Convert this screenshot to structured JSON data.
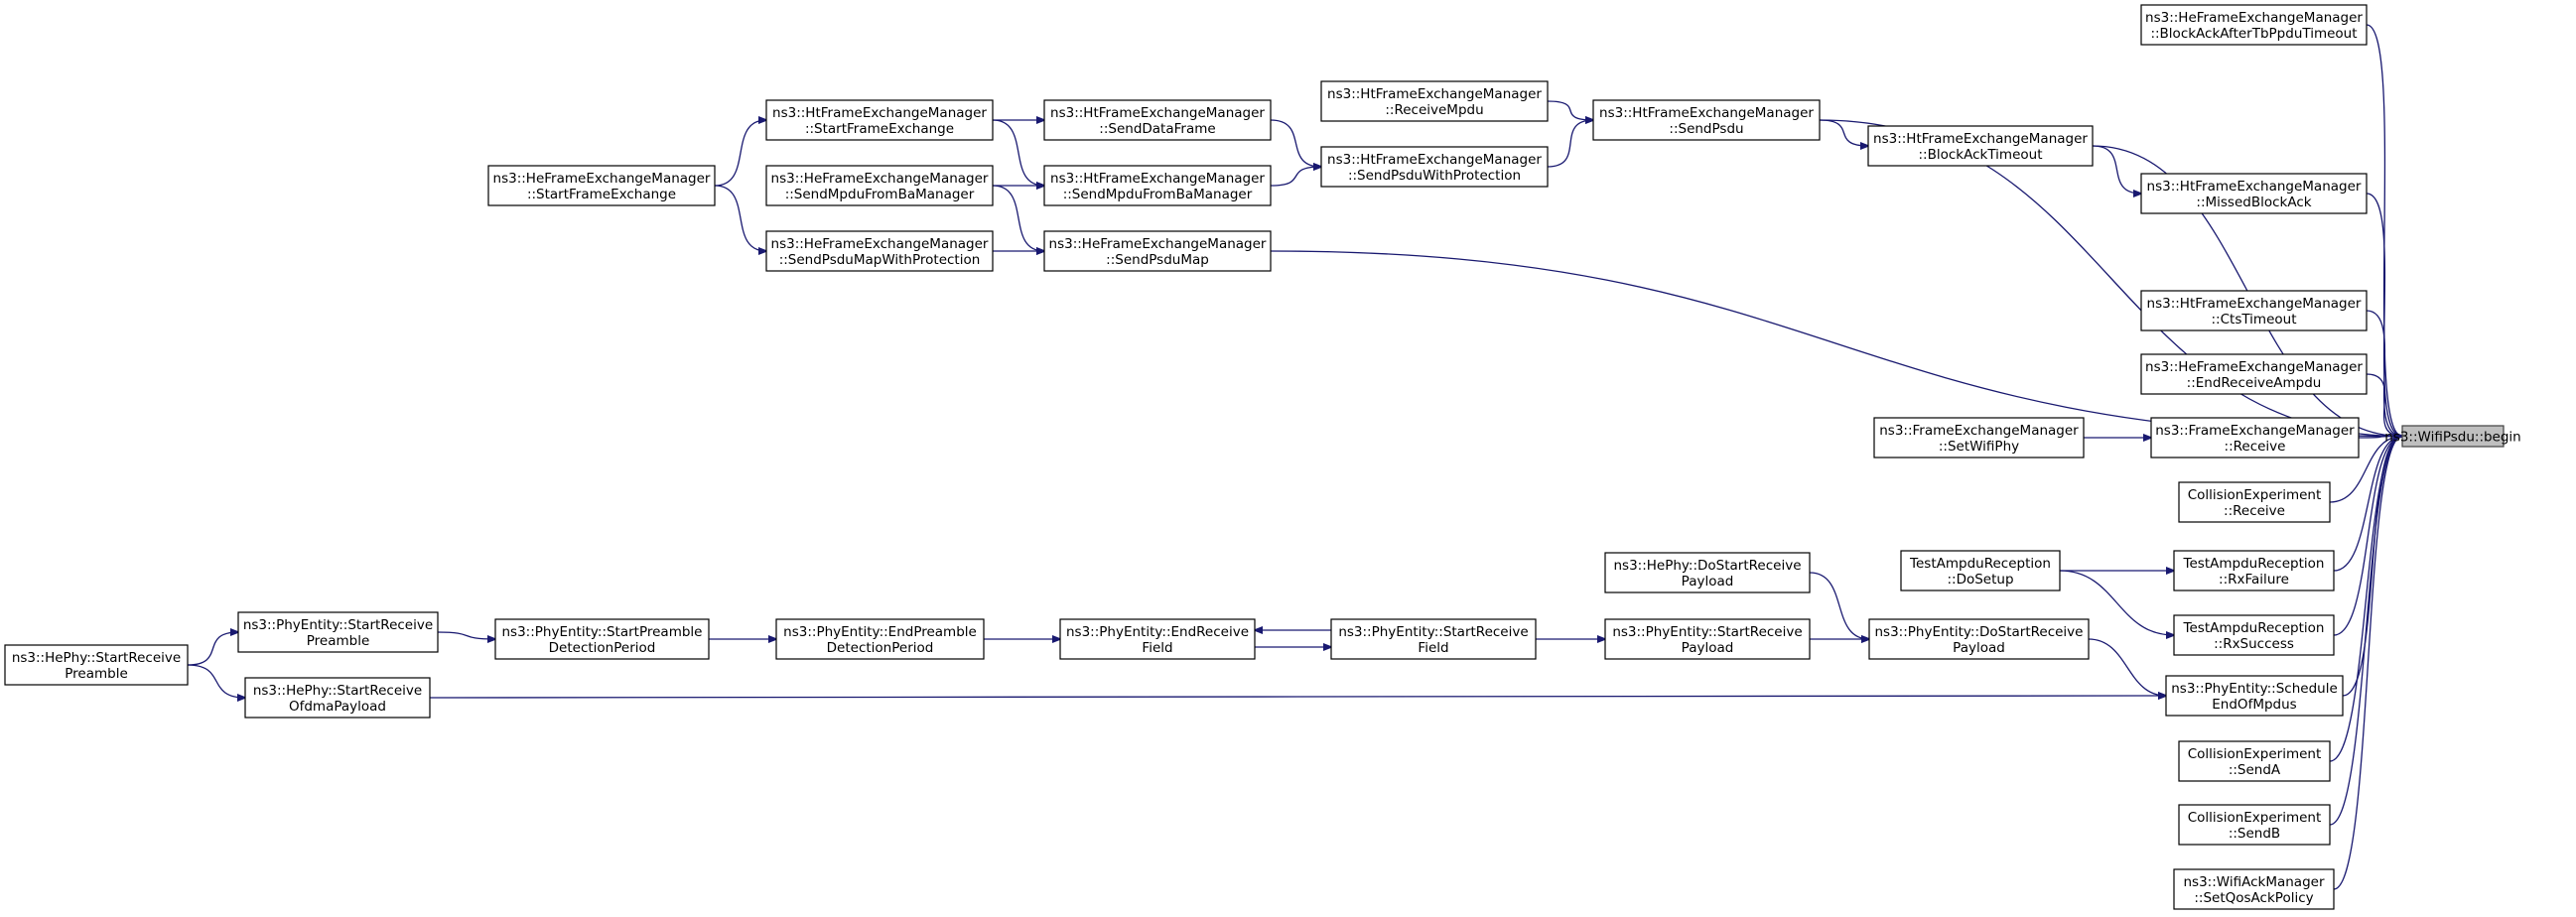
{
  "nodes": [
    {
      "id": "target",
      "lines": [
        "ns3::WifiPsdu::begin"
      ],
      "focus": true
    },
    {
      "id": "he-blockack-after-tb",
      "lines": [
        "ns3::HeFrameExchangeManager",
        "::BlockAckAfterTbPpduTimeout"
      ]
    },
    {
      "id": "ht-sendpsdu",
      "lines": [
        "ns3::HtFrameExchangeManager",
        "::SendPsdu"
      ]
    },
    {
      "id": "ht-receivempdu",
      "lines": [
        "ns3::HtFrameExchangeManager",
        "::ReceiveMpdu"
      ]
    },
    {
      "id": "ht-sendpsduwithprot",
      "lines": [
        "ns3::HtFrameExchangeManager",
        "::SendPsduWithProtection"
      ]
    },
    {
      "id": "ht-senddataframe",
      "lines": [
        "ns3::HtFrameExchangeManager",
        "::SendDataFrame"
      ]
    },
    {
      "id": "ht-startframeexchange",
      "lines": [
        "ns3::HtFrameExchangeManager",
        "::StartFrameExchange"
      ]
    },
    {
      "id": "he-startframeexchange",
      "lines": [
        "ns3::HeFrameExchangeManager",
        "::StartFrameExchange"
      ]
    },
    {
      "id": "ht-sendmpdufromba",
      "lines": [
        "ns3::HtFrameExchangeManager",
        "::SendMpduFromBaManager"
      ]
    },
    {
      "id": "he-sendmpdufromba",
      "lines": [
        "ns3::HeFrameExchangeManager",
        "::SendMpduFromBaManager"
      ]
    },
    {
      "id": "ht-blockacktimeout",
      "lines": [
        "ns3::HtFrameExchangeManager",
        "::BlockAckTimeout"
      ]
    },
    {
      "id": "ht-missedblockack",
      "lines": [
        "ns3::HtFrameExchangeManager",
        "::MissedBlockAck"
      ]
    },
    {
      "id": "he-sendpsdumap",
      "lines": [
        "ns3::HeFrameExchangeManager",
        "::SendPsduMap"
      ]
    },
    {
      "id": "he-sendpsdumapwithprot",
      "lines": [
        "ns3::HeFrameExchangeManager",
        "::SendPsduMapWithProtection"
      ]
    },
    {
      "id": "ht-ctstimeout",
      "lines": [
        "ns3::HtFrameExchangeManager",
        "::CtsTimeout"
      ]
    },
    {
      "id": "he-endreceiveampdu",
      "lines": [
        "ns3::HeFrameExchangeManager",
        "::EndReceiveAmpdu"
      ]
    },
    {
      "id": "fem-receive",
      "lines": [
        "ns3::FrameExchangeManager",
        "::Receive"
      ]
    },
    {
      "id": "fem-setwifiphy",
      "lines": [
        "ns3::FrameExchangeManager",
        "::SetWifiPhy"
      ]
    },
    {
      "id": "collision-receive",
      "lines": [
        "CollisionExperiment",
        "::Receive"
      ]
    },
    {
      "id": "test-rxfailure",
      "lines": [
        "TestAmpduReception",
        "::RxFailure"
      ]
    },
    {
      "id": "test-dosetup",
      "lines": [
        "TestAmpduReception",
        "::DoSetup"
      ]
    },
    {
      "id": "test-rxsuccess",
      "lines": [
        "TestAmpduReception",
        "::RxSuccess"
      ]
    },
    {
      "id": "phy-schedule-endofmpdus",
      "lines": [
        "ns3::PhyEntity::Schedule",
        "EndOfMpdus"
      ]
    },
    {
      "id": "phy-dostartreceivepayload",
      "lines": [
        "ns3::PhyEntity::DoStartReceive",
        "Payload"
      ]
    },
    {
      "id": "hephy-dostartreceivepayload",
      "lines": [
        "ns3::HePhy::DoStartReceive",
        "Payload"
      ]
    },
    {
      "id": "phy-startreceivepayload",
      "lines": [
        "ns3::PhyEntity::StartReceive",
        "Payload"
      ]
    },
    {
      "id": "phy-startreceivefield",
      "lines": [
        "ns3::PhyEntity::StartReceive",
        "Field"
      ]
    },
    {
      "id": "phy-endreceivefield",
      "lines": [
        "ns3::PhyEntity::EndReceive",
        "Field"
      ]
    },
    {
      "id": "phy-endpreambledetection",
      "lines": [
        "ns3::PhyEntity::EndPreamble",
        "DetectionPeriod"
      ]
    },
    {
      "id": "phy-startpreambledetection",
      "lines": [
        "ns3::PhyEntity::StartPreamble",
        "DetectionPeriod"
      ]
    },
    {
      "id": "phy-startreceivepreamble",
      "lines": [
        "ns3::PhyEntity::StartReceive",
        "Preamble"
      ]
    },
    {
      "id": "hephy-startreceivepreamble",
      "lines": [
        "ns3::HePhy::StartReceive",
        "Preamble"
      ]
    },
    {
      "id": "hephy-startreceiveofdma",
      "lines": [
        "ns3::HePhy::StartReceive",
        "OfdmaPayload"
      ]
    },
    {
      "id": "collision-senda",
      "lines": [
        "CollisionExperiment",
        "::SendA"
      ]
    },
    {
      "id": "collision-sendb",
      "lines": [
        "CollisionExperiment",
        "::SendB"
      ]
    },
    {
      "id": "wifiack-setqosackpolicy",
      "lines": [
        "ns3::WifiAckManager",
        "::SetQosAckPolicy"
      ]
    }
  ],
  "edges": [
    [
      "he-blockack-after-tb",
      "target"
    ],
    [
      "ht-sendpsdu",
      "target"
    ],
    [
      "ht-blockacktimeout",
      "target"
    ],
    [
      "ht-missedblockack",
      "target"
    ],
    [
      "he-sendpsdumap",
      "target"
    ],
    [
      "ht-ctstimeout",
      "target"
    ],
    [
      "he-endreceiveampdu",
      "target"
    ],
    [
      "fem-receive",
      "target"
    ],
    [
      "collision-receive",
      "target"
    ],
    [
      "test-rxfailure",
      "target"
    ],
    [
      "test-rxsuccess",
      "target"
    ],
    [
      "phy-schedule-endofmpdus",
      "target"
    ],
    [
      "collision-senda",
      "target"
    ],
    [
      "collision-sendb",
      "target"
    ],
    [
      "wifiack-setqosackpolicy",
      "target"
    ],
    [
      "ht-receivempdu",
      "ht-sendpsdu"
    ],
    [
      "ht-sendpsduwithprot",
      "ht-sendpsdu"
    ],
    [
      "ht-sendpsdu",
      "ht-blockacktimeout"
    ],
    [
      "ht-blockacktimeout",
      "ht-missedblockack"
    ],
    [
      "ht-senddataframe",
      "ht-sendpsduwithprot"
    ],
    [
      "ht-sendmpdufromba",
      "ht-sendpsduwithprot"
    ],
    [
      "ht-startframeexchange",
      "ht-senddataframe"
    ],
    [
      "ht-startframeexchange",
      "ht-sendmpdufromba"
    ],
    [
      "he-sendmpdufromba",
      "ht-sendmpdufromba"
    ],
    [
      "he-startframeexchange",
      "ht-startframeexchange"
    ],
    [
      "he-startframeexchange",
      "he-sendpsdumapwithprot"
    ],
    [
      "he-sendmpdufromba",
      "he-sendpsdumap"
    ],
    [
      "he-sendpsdumapwithprot",
      "he-sendpsdumap"
    ],
    [
      "fem-setwifiphy",
      "fem-receive"
    ],
    [
      "test-dosetup",
      "test-rxfailure"
    ],
    [
      "test-dosetup",
      "test-rxsuccess"
    ],
    [
      "phy-dostartreceivepayload",
      "phy-schedule-endofmpdus"
    ],
    [
      "hephy-startreceiveofdma",
      "phy-schedule-endofmpdus"
    ],
    [
      "hephy-dostartreceivepayload",
      "phy-dostartreceivepayload"
    ],
    [
      "phy-startreceivepayload",
      "phy-dostartreceivepayload"
    ],
    [
      "phy-startreceivefield",
      "phy-startreceivepayload"
    ],
    [
      "phy-startreceivefield",
      "phy-endreceivefield"
    ],
    [
      "phy-endreceivefield",
      "phy-startreceivefield"
    ],
    [
      "phy-endpreambledetection",
      "phy-endreceivefield"
    ],
    [
      "phy-startpreambledetection",
      "phy-endpreambledetection"
    ],
    [
      "phy-startreceivepreamble",
      "phy-startpreambledetection"
    ],
    [
      "hephy-startreceivepreamble",
      "phy-startreceivepreamble"
    ],
    [
      "hephy-startreceivepreamble",
      "hephy-startreceiveofdma"
    ]
  ]
}
